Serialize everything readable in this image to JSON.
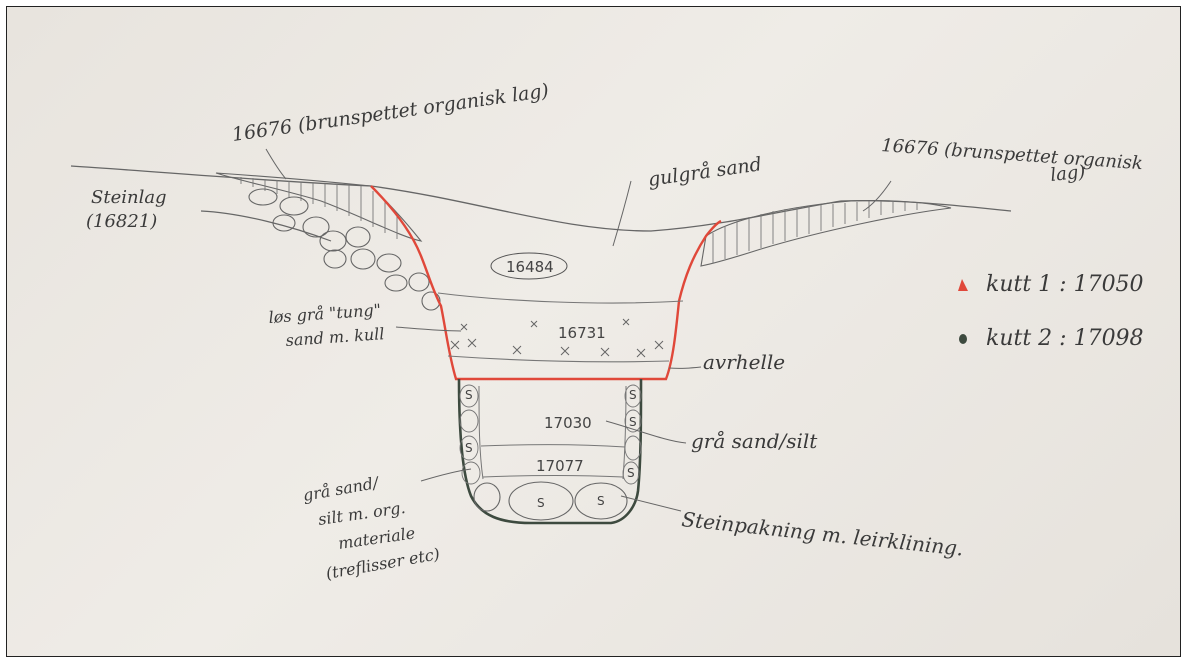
{
  "labels": {
    "top_left_layer": "16676 (brunspettet organisk lag)",
    "top_right_layer_line1": "16676 (brunspettet organisk",
    "top_right_layer_line2": "lag)",
    "stone_layer_line1": "Steinlag",
    "stone_layer_line2": "(16821)",
    "yellow_sand": "gulgrå sand",
    "layer_16484": "16484",
    "layer_16731": "16731",
    "loose_sand_line1": "løs grå \"tung\"",
    "loose_sand_line2": "sand m. kull",
    "hearth_slab": "avrhelle",
    "layer_17030": "17030",
    "grey_sand_silt": "grå sand/silt",
    "layer_17077": "17077",
    "organic_silt_line1": "grå sand/",
    "organic_silt_line2": "silt m. org.",
    "organic_silt_line3": "materiale",
    "organic_silt_line4": "(treflisser etc)",
    "stone_packing": "Steinpakning m. leirklining.",
    "stone_mark": "S"
  },
  "legend": [
    {
      "label": "kutt 1 : 17050",
      "color": "#e0483a"
    },
    {
      "label": "kutt 2 : 17098",
      "color": "#3d4a3f"
    }
  ]
}
